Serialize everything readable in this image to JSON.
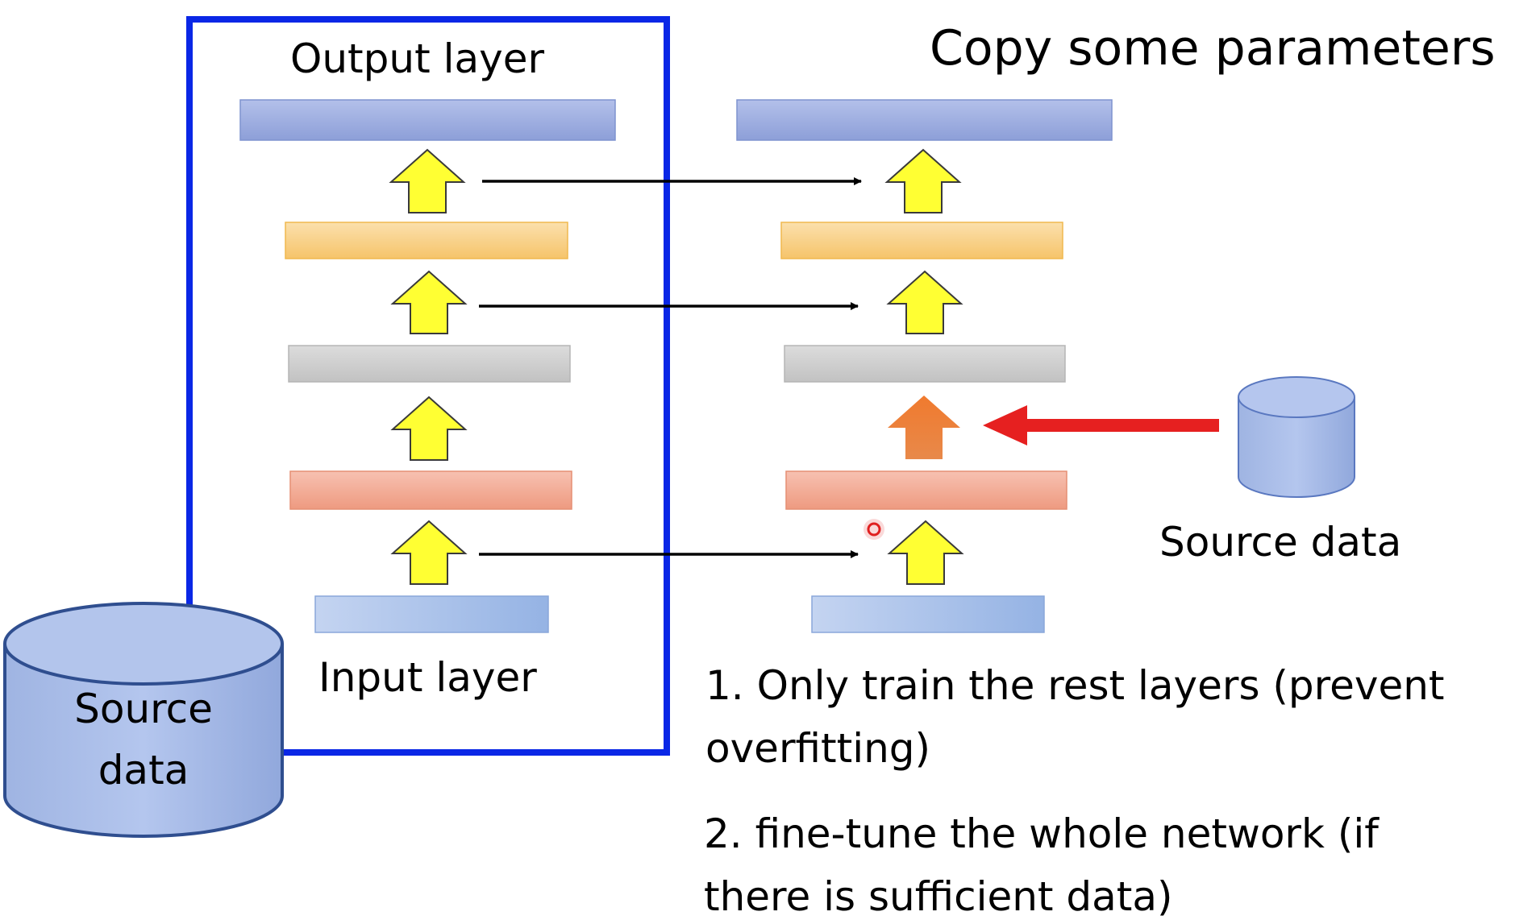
{
  "slide": {
    "title": "Copy some parameters",
    "left_network": {
      "output_label": "Output layer",
      "input_label": "Input layer",
      "layer_colors": [
        "#9fb0e0",
        "#f8d08a",
        "#cfcfcf",
        "#f2a690",
        "#a9c2ea"
      ],
      "frame_color": "#0a27e6"
    },
    "right_network": {
      "layer_colors": [
        "#9fb0e0",
        "#f8d08a",
        "#cfcfcf",
        "#f2a690",
        "#a9c2ea"
      ]
    },
    "source_data_left": {
      "line1": "Source",
      "line2": "data"
    },
    "source_data_right": "Source data",
    "arrow_colors": {
      "up": "#ffff33",
      "fine_tune": "#ed7d31",
      "data_flow": "#e62020",
      "copy": "#000000"
    },
    "notes": [
      {
        "line1": "1. Only train the rest layers (prevent",
        "line2": "overfitting)"
      },
      {
        "line1": "2. fine-tune the whole network (if",
        "line2": "there is sufficient data)"
      }
    ]
  }
}
